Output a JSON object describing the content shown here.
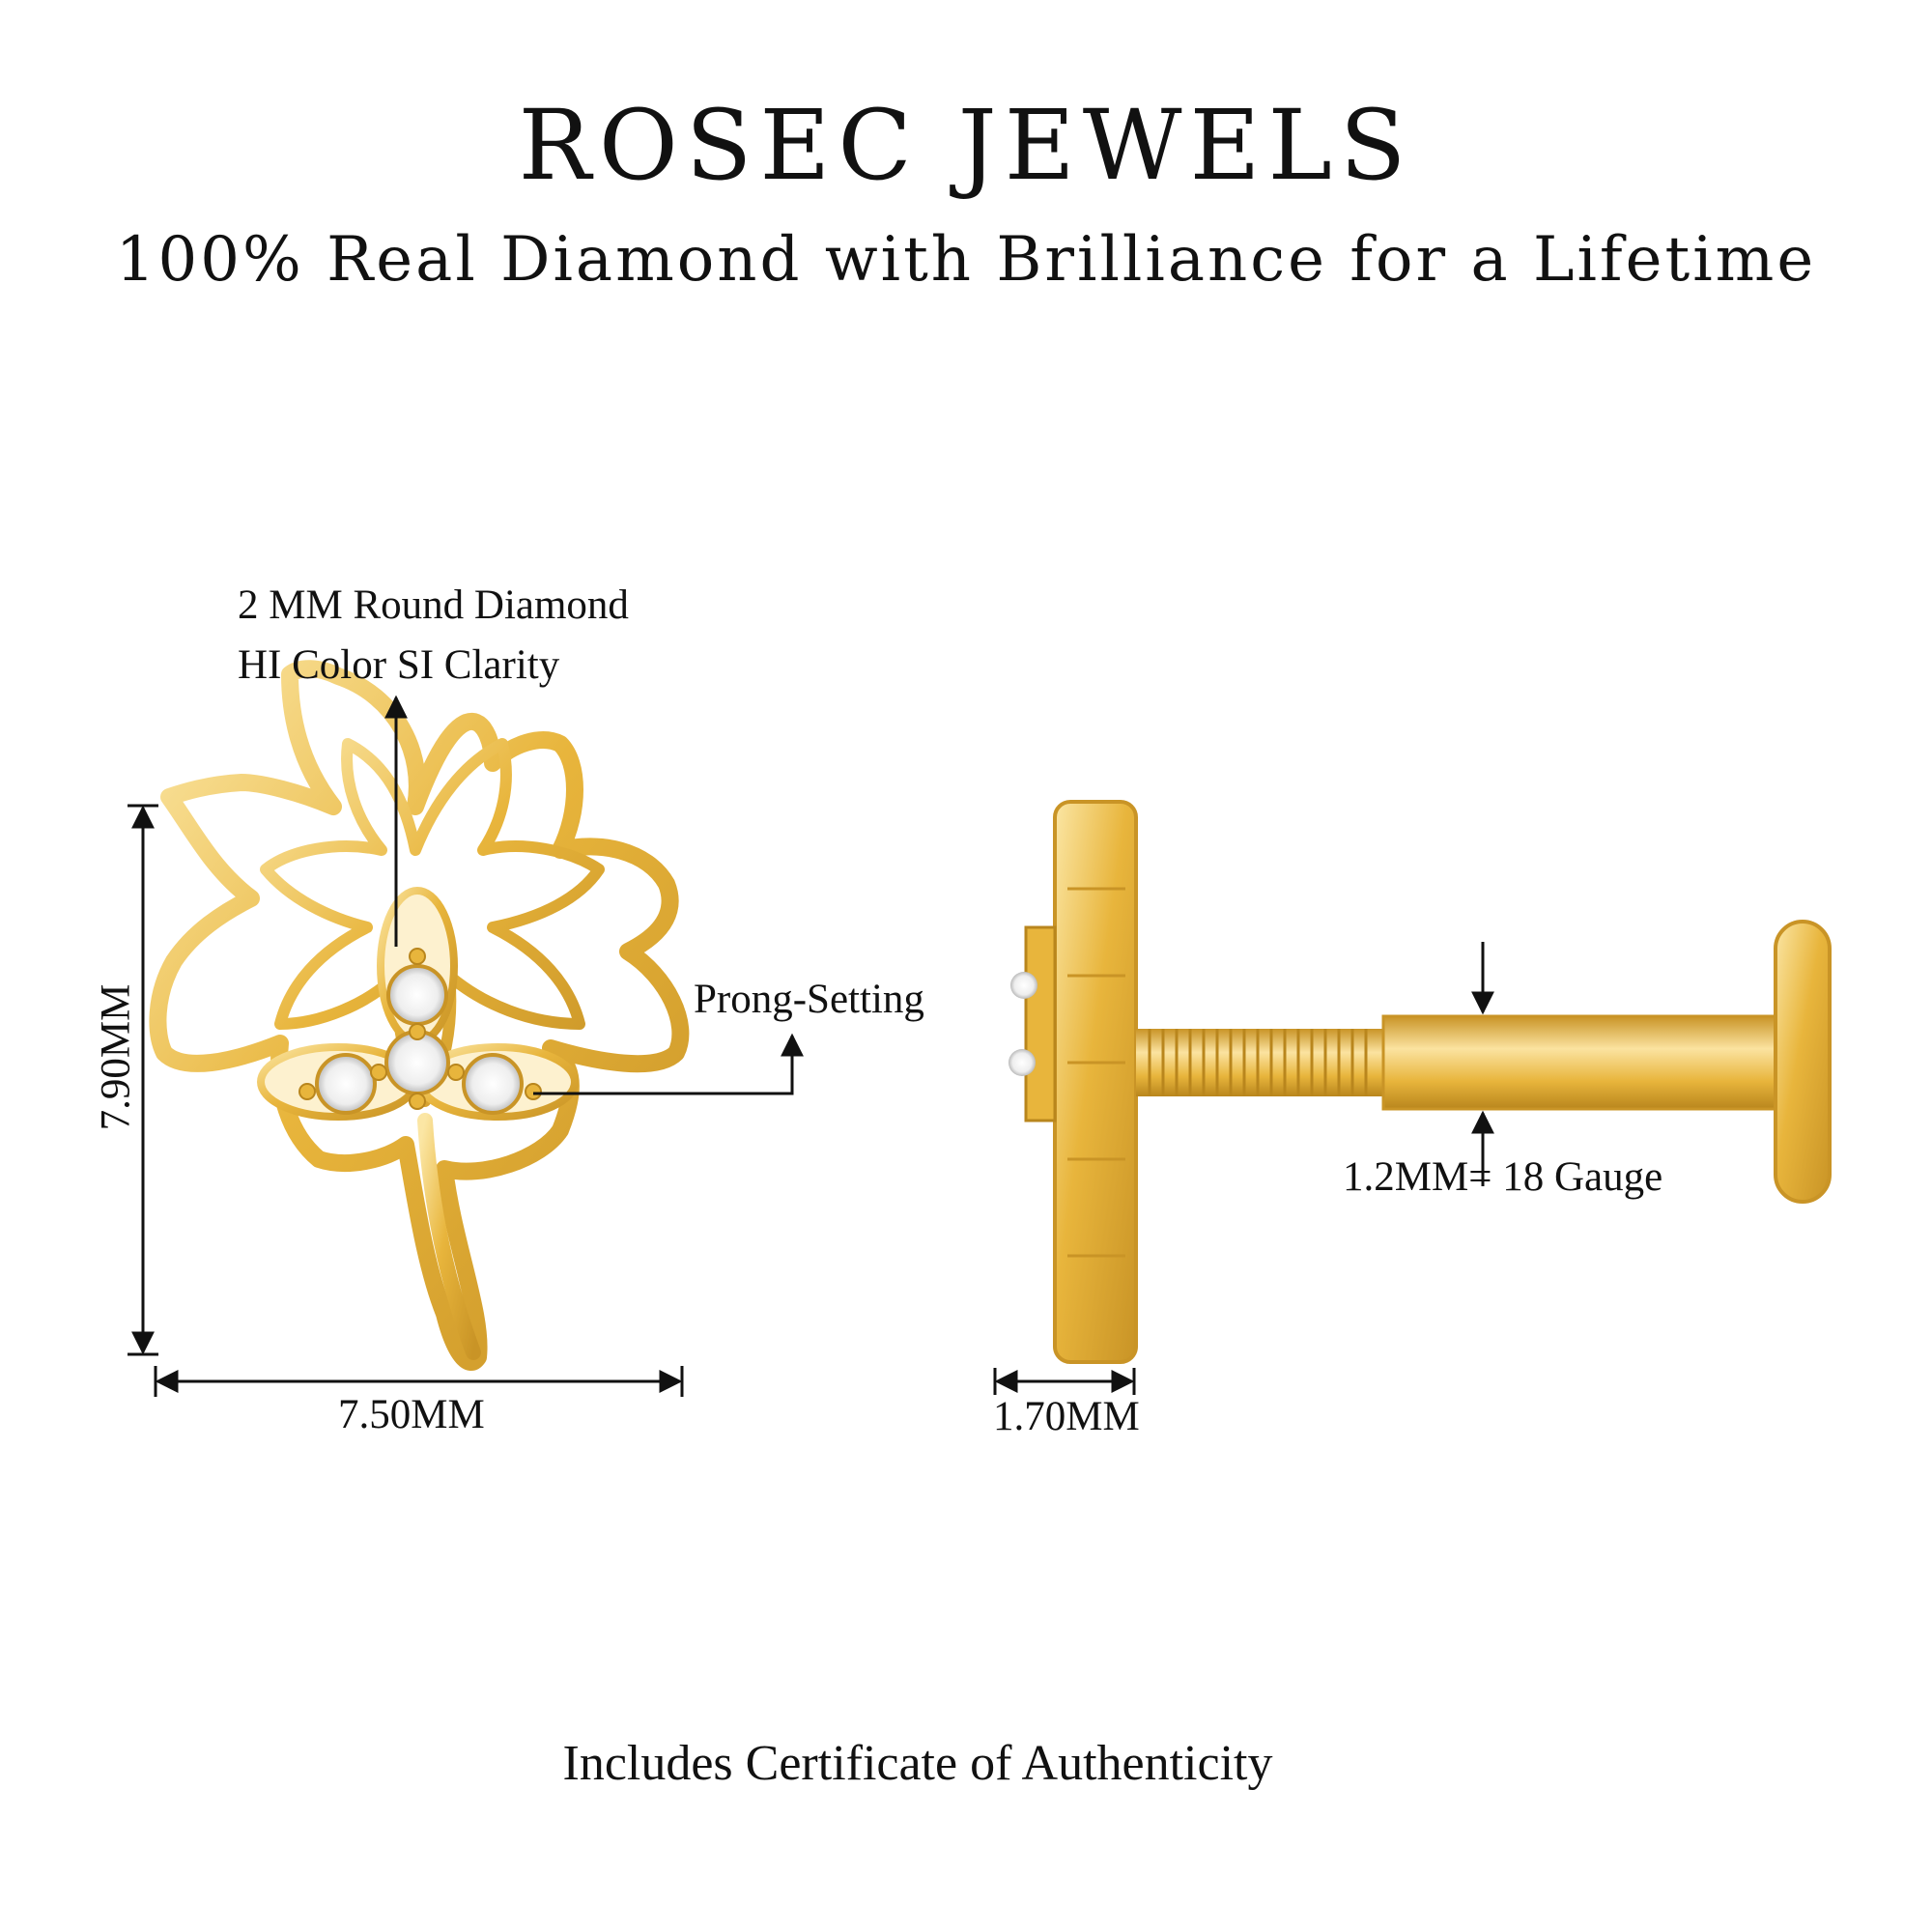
{
  "header": {
    "brand": "ROSEC JEWELS",
    "tagline": "100% Real Diamond with Brilliance for a Lifetime"
  },
  "annotations": {
    "diamond_line1": "2 MM Round Diamond",
    "diamond_line2": "HI Color SI Clarity",
    "prong": "Prong-Setting",
    "height": "7.90MM",
    "width": "7.50MM",
    "depth": "1.70MM",
    "gauge": "1.2MM= 18 Gauge"
  },
  "footer": {
    "certificate": "Includes Certificate of Authenticity"
  },
  "colors": {
    "gold": "#e8b53c",
    "gold_light": "#f8dc8a",
    "gold_dark": "#b9861d",
    "diamond": "#f4f4f4",
    "ink": "#111111"
  }
}
